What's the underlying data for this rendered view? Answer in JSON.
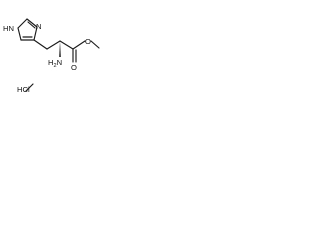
{
  "molecule": {
    "atoms": {
      "ring_nh": "HN",
      "ring_n": "N",
      "carbonyl_o": "O",
      "ester_o": "O",
      "amine_h": "H",
      "amine_n": "N",
      "amine_sub": "2",
      "salt": "HCl"
    },
    "salt_text": "HCl"
  }
}
